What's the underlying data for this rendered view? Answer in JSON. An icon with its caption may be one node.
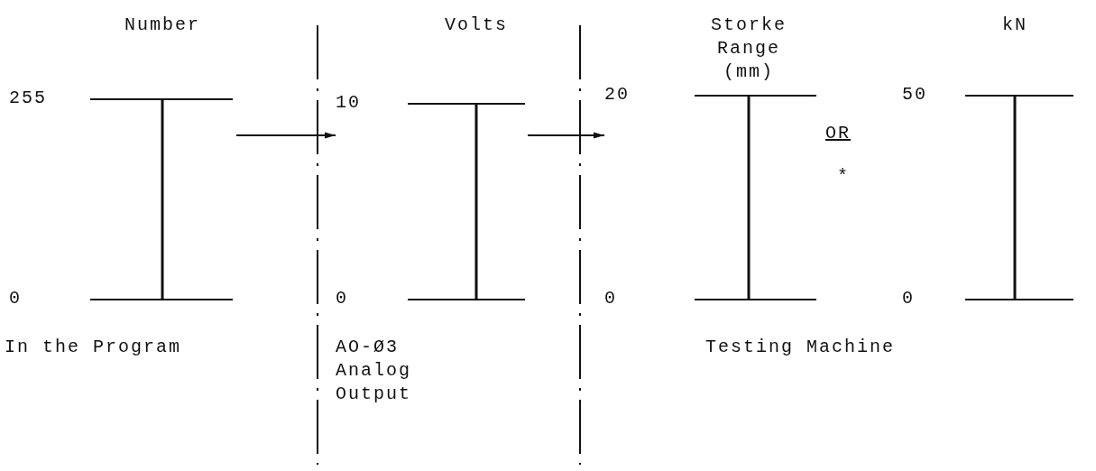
{
  "diagram": {
    "nodes": [
      {
        "text": [
          "Number",
          "255",
          "0"
        ]
      },
      {
        "text": [
          "Volts",
          "10",
          "0"
        ]
      },
      {
        "text": [
          "Storke Range (mm)",
          "20",
          "0"
        ]
      },
      {
        "text": [
          "kN",
          "50",
          "0"
        ]
      }
    ],
    "edges": [
      {
        "from": 0,
        "to": 1,
        "arrow": "to"
      },
      {
        "from": 1,
        "to": 2,
        "arrow": "to"
      }
    ],
    "labels": [
      "OR",
      "*",
      "In the Program",
      "AO-Ø3 Analog Output",
      "Testing Machine"
    ]
  }
}
